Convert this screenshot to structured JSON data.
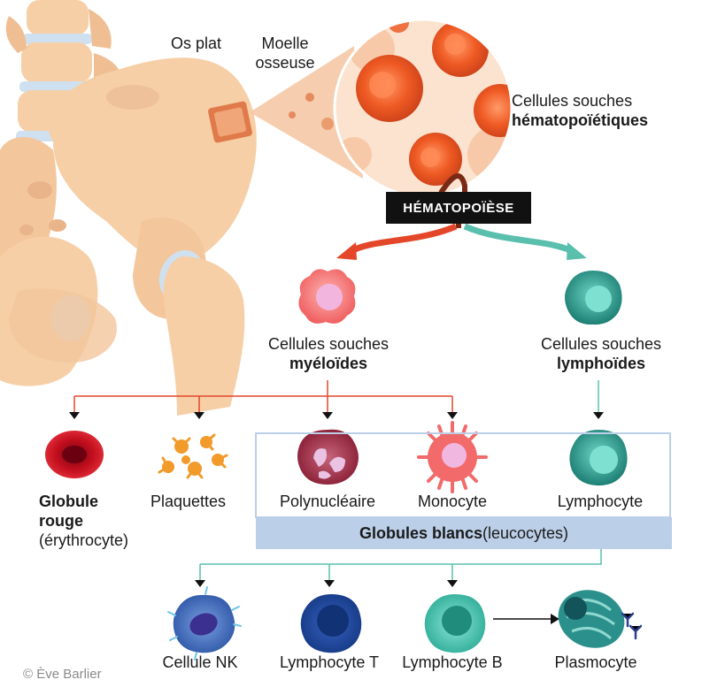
{
  "labels": {
    "os_plat": "Os plat",
    "moelle_1": "Moelle",
    "moelle_2": "osseuse",
    "hsc_1": "Cellules souches",
    "hsc_2": "hématopoïétiques",
    "hematopoiese": "HÉMATOPOÏÈSE",
    "myeloid_1": "Cellules souches",
    "myeloid_2": "myéloïdes",
    "lymphoid_1": "Cellules souches",
    "lymphoid_2": "lymphoïdes",
    "globule_rouge_1": "Globule",
    "globule_rouge_2": "rouge",
    "globule_rouge_3": "(érythrocyte)",
    "plaquettes": "Plaquettes",
    "polynucleaire": "Polynucléaire",
    "monocyte": "Monocyte",
    "lymphocyte": "Lymphocyte",
    "globules_blancs_bold": "Globules blancs",
    "globules_blancs_rest": " (leucocytes)",
    "cellule_nk": "Cellule NK",
    "lymphocyte_t": "Lymphocyte T",
    "lymphocyte_b": "Lymphocyte B",
    "plasmocyte": "Plasmocyte",
    "credit": "© Ève Barlier"
  },
  "colors": {
    "bone": "#f6cfa7",
    "bone_dark": "#e9b48a",
    "cartilage": "#cfe1f0",
    "hsc_cell": "#e8501f",
    "myeloid_arrow": "#e4462a",
    "lymphoid_arrow": "#5bbfae",
    "wbc_band": "#bccfe8",
    "nk_cell": "#3a63b0",
    "t_cell": "#1f4aa0",
    "b_cell": "#3fb9a5",
    "plasma_cell": "#2b8f8c"
  }
}
